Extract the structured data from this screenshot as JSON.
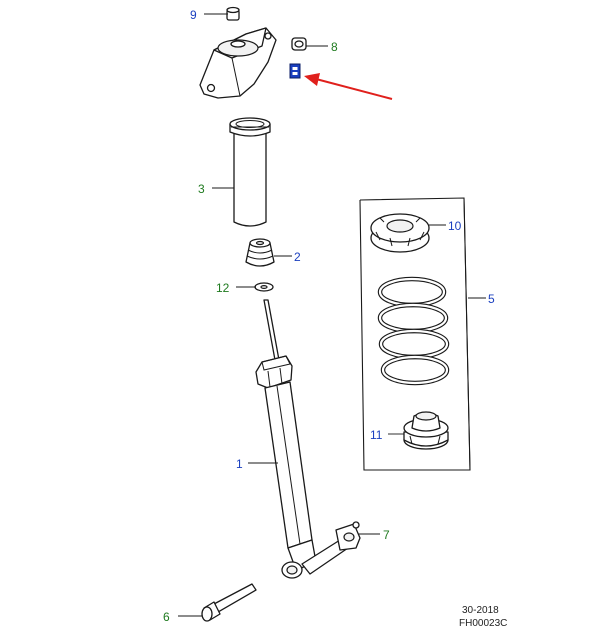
{
  "callouts": [
    {
      "id": "1",
      "label": "1",
      "color": "#1a3fbf"
    },
    {
      "id": "2",
      "label": "2",
      "color": "#1a3fbf"
    },
    {
      "id": "3",
      "label": "3",
      "color": "#1f7a1f"
    },
    {
      "id": "5",
      "label": "5",
      "color": "#1a3fbf"
    },
    {
      "id": "6",
      "label": "6",
      "color": "#1f7a1f"
    },
    {
      "id": "7",
      "label": "7",
      "color": "#1f7a1f"
    },
    {
      "id": "8",
      "label": "8",
      "color": "#1f7a1f"
    },
    {
      "id": "9",
      "label": "9",
      "color": "#1a3fbf"
    },
    {
      "id": "10",
      "label": "10",
      "color": "#1a3fbf"
    },
    {
      "id": "11",
      "label": "11",
      "color": "#1a3fbf"
    },
    {
      "id": "12",
      "label": "12",
      "color": "#1f7a1f"
    }
  ],
  "footer": {
    "date_code": "30-2018",
    "figure_id": "FH00023C"
  },
  "colors": {
    "arrow": "#e0201c",
    "marker_fill": "#1a3fbf",
    "line": "#1a1a1a"
  }
}
